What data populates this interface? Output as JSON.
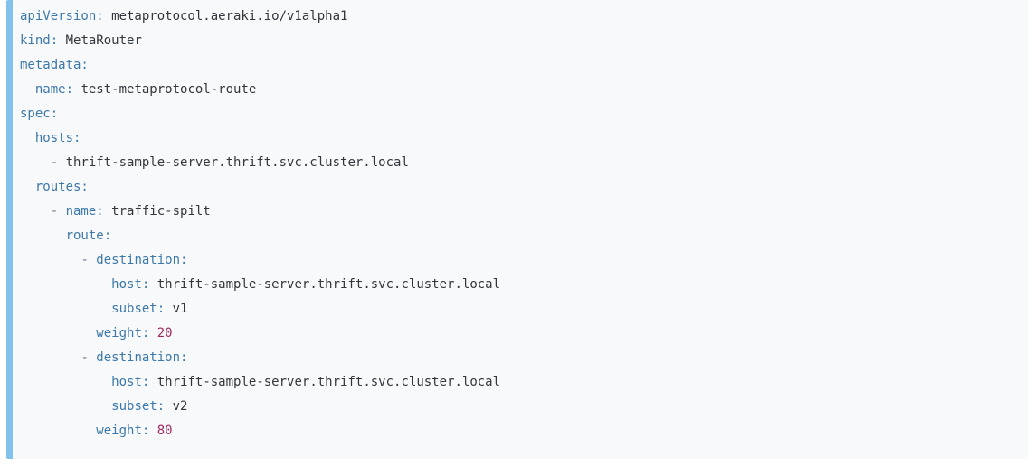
{
  "code_block": {
    "colors": {
      "block_background": "#f8f9fa",
      "block_border_left": "#82c1ec",
      "key": "#3c78a9",
      "plain": "#32373d",
      "number": "#a12c63",
      "dash": "#6f7d8c"
    },
    "lines": [
      {
        "tokens": [
          {
            "type": "key",
            "text": "apiVersion:"
          },
          {
            "type": "plain",
            "text": " metaprotocol.aeraki.io/v1alpha1"
          }
        ]
      },
      {
        "tokens": [
          {
            "type": "key",
            "text": "kind:"
          },
          {
            "type": "plain",
            "text": " MetaRouter"
          }
        ]
      },
      {
        "tokens": [
          {
            "type": "key",
            "text": "metadata:"
          }
        ]
      },
      {
        "tokens": [
          {
            "type": "plain",
            "text": "  "
          },
          {
            "type": "key",
            "text": "name:"
          },
          {
            "type": "plain",
            "text": " test-metaprotocol-route"
          }
        ]
      },
      {
        "tokens": [
          {
            "type": "key",
            "text": "spec:"
          }
        ]
      },
      {
        "tokens": [
          {
            "type": "plain",
            "text": "  "
          },
          {
            "type": "key",
            "text": "hosts:"
          }
        ]
      },
      {
        "tokens": [
          {
            "type": "plain",
            "text": "    "
          },
          {
            "type": "dash",
            "text": "- "
          },
          {
            "type": "plain",
            "text": "thrift-sample-server.thrift.svc.cluster.local"
          }
        ]
      },
      {
        "tokens": [
          {
            "type": "plain",
            "text": "  "
          },
          {
            "type": "key",
            "text": "routes:"
          }
        ]
      },
      {
        "tokens": [
          {
            "type": "plain",
            "text": "    "
          },
          {
            "type": "dash",
            "text": "- "
          },
          {
            "type": "key",
            "text": "name:"
          },
          {
            "type": "plain",
            "text": " traffic-spilt"
          }
        ]
      },
      {
        "tokens": [
          {
            "type": "plain",
            "text": "      "
          },
          {
            "type": "key",
            "text": "route:"
          }
        ]
      },
      {
        "tokens": [
          {
            "type": "plain",
            "text": "        "
          },
          {
            "type": "dash",
            "text": "- "
          },
          {
            "type": "key",
            "text": "destination:"
          }
        ]
      },
      {
        "tokens": [
          {
            "type": "plain",
            "text": "            "
          },
          {
            "type": "key",
            "text": "host:"
          },
          {
            "type": "plain",
            "text": " thrift-sample-server.thrift.svc.cluster.local"
          }
        ]
      },
      {
        "tokens": [
          {
            "type": "plain",
            "text": "            "
          },
          {
            "type": "key",
            "text": "subset:"
          },
          {
            "type": "plain",
            "text": " v1"
          }
        ]
      },
      {
        "tokens": [
          {
            "type": "plain",
            "text": "          "
          },
          {
            "type": "key",
            "text": "weight:"
          },
          {
            "type": "plain",
            "text": " "
          },
          {
            "type": "number",
            "text": "20"
          }
        ]
      },
      {
        "tokens": [
          {
            "type": "plain",
            "text": "        "
          },
          {
            "type": "dash",
            "text": "- "
          },
          {
            "type": "key",
            "text": "destination:"
          }
        ]
      },
      {
        "tokens": [
          {
            "type": "plain",
            "text": "            "
          },
          {
            "type": "key",
            "text": "host:"
          },
          {
            "type": "plain",
            "text": " thrift-sample-server.thrift.svc.cluster.local"
          }
        ]
      },
      {
        "tokens": [
          {
            "type": "plain",
            "text": "            "
          },
          {
            "type": "key",
            "text": "subset:"
          },
          {
            "type": "plain",
            "text": " v2"
          }
        ]
      },
      {
        "tokens": [
          {
            "type": "plain",
            "text": "          "
          },
          {
            "type": "key",
            "text": "weight:"
          },
          {
            "type": "plain",
            "text": " "
          },
          {
            "type": "number",
            "text": "80"
          }
        ]
      }
    ]
  }
}
